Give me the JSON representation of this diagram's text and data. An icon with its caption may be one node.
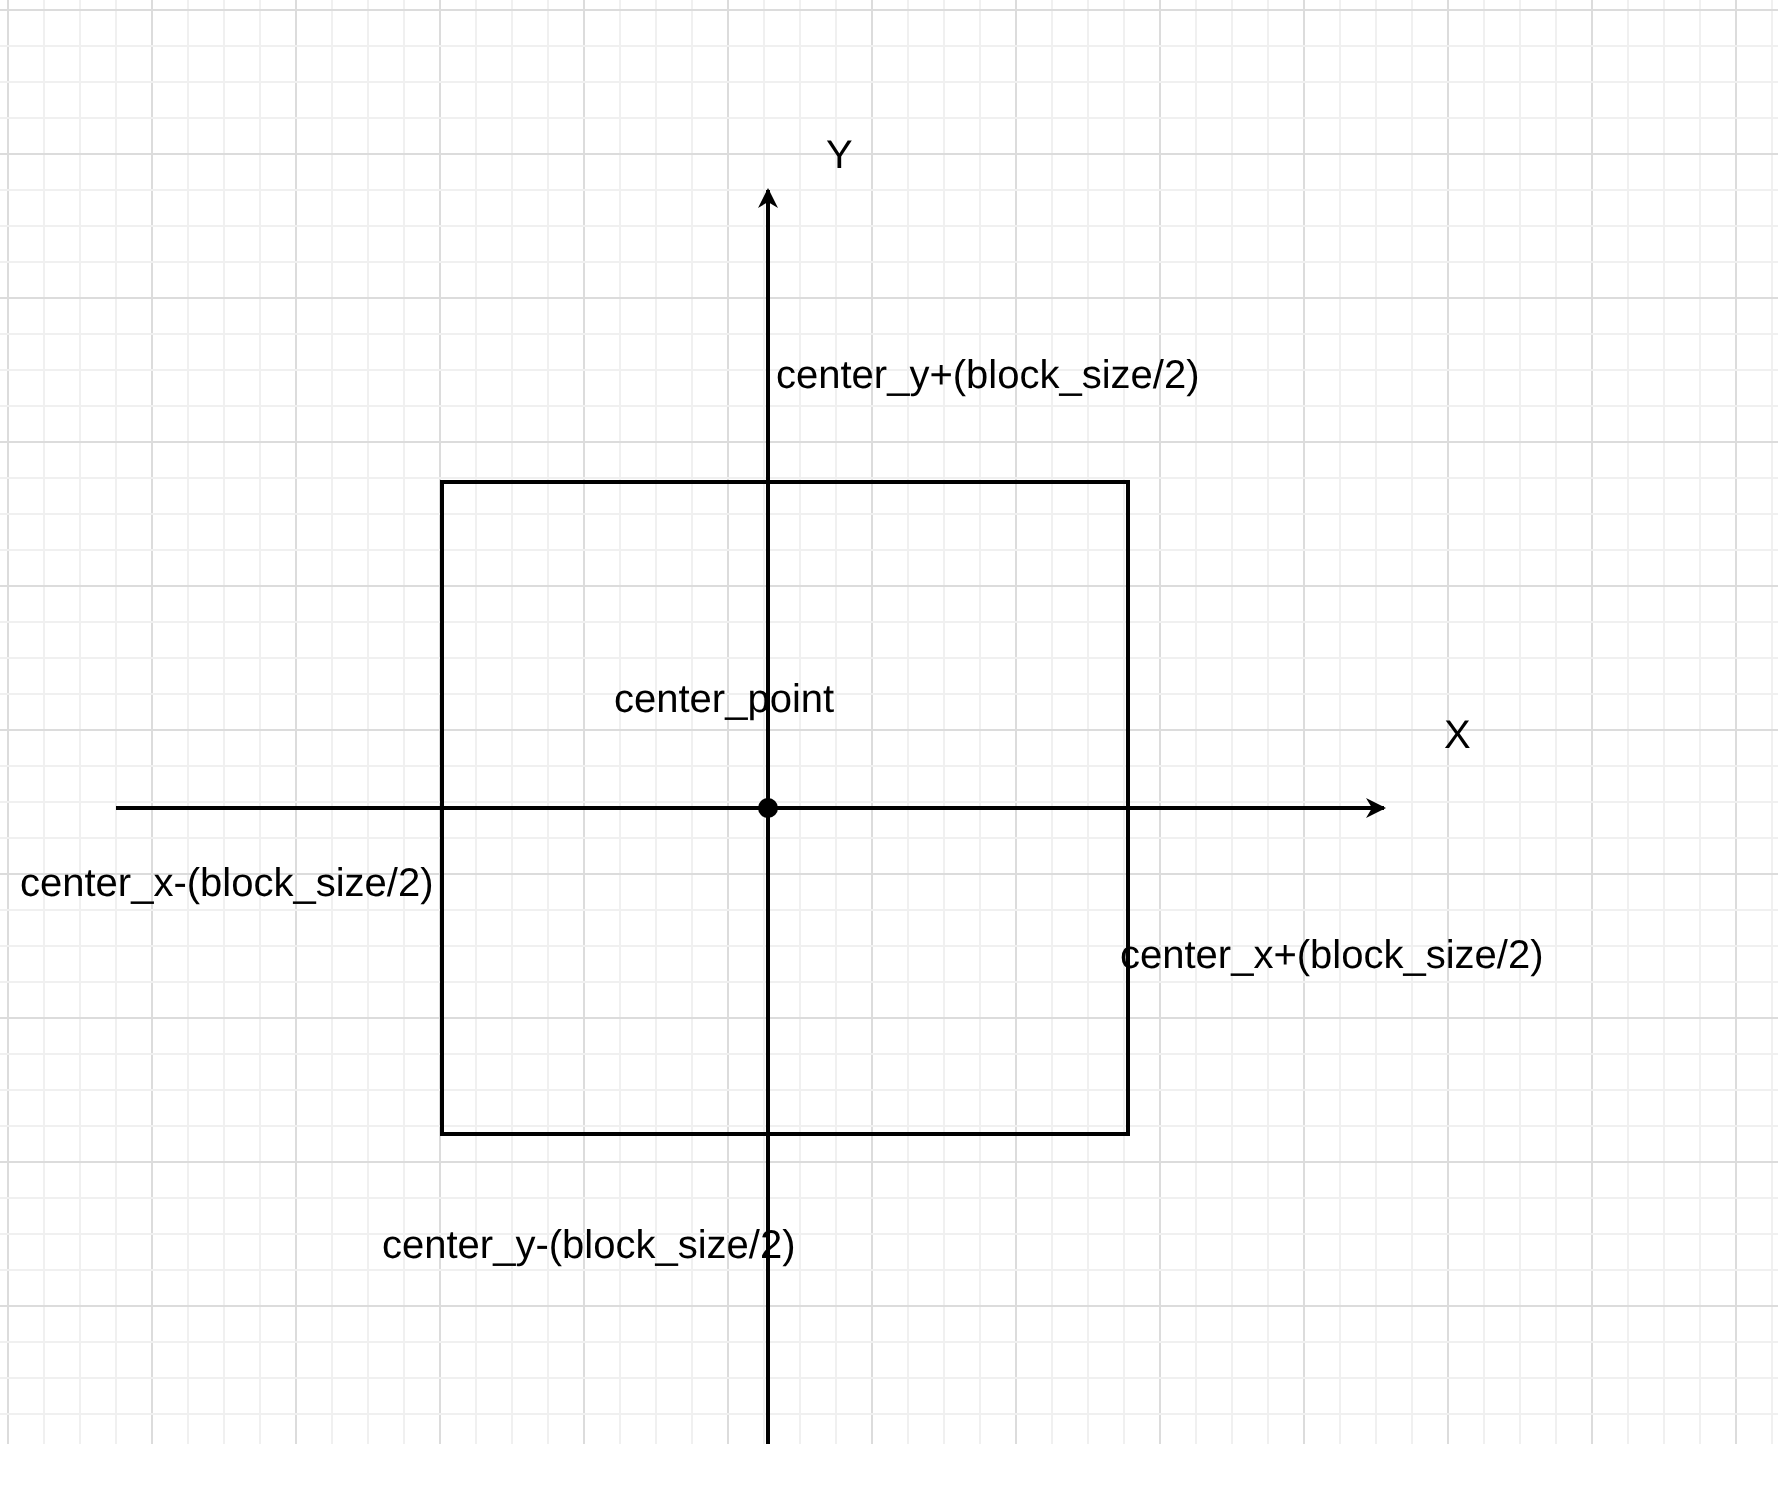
{
  "diagram": {
    "labels": [
      "Y",
      "center_y+(block_size/2)",
      "center_point",
      "X",
      "center_x-(block_size/2)",
      "center_x+(block_size/2)",
      "center_y-(block_size/2)"
    ]
  }
}
